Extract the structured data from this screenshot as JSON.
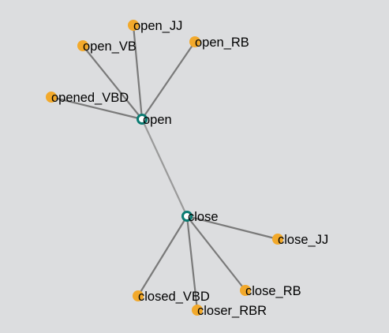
{
  "colors": {
    "background": "#dcdddf",
    "hub_node": "#0a7b72",
    "leaf_node": "#f2a92b",
    "edge": "#7a7a7a",
    "hub_edge": "#9a9a9a"
  },
  "graph": {
    "nodes": [
      {
        "id": "open",
        "label": "open",
        "kind": "hub"
      },
      {
        "id": "close",
        "label": "close",
        "kind": "hub"
      },
      {
        "id": "open_JJ",
        "label": "open_JJ",
        "kind": "leaf"
      },
      {
        "id": "open_VB",
        "label": "open_VB",
        "kind": "leaf"
      },
      {
        "id": "open_RB",
        "label": "open_RB",
        "kind": "leaf"
      },
      {
        "id": "opened_VBD",
        "label": "opened_VBD",
        "kind": "leaf"
      },
      {
        "id": "close_JJ",
        "label": "close_JJ",
        "kind": "leaf"
      },
      {
        "id": "closed_VBD",
        "label": "closed_VBD",
        "kind": "leaf"
      },
      {
        "id": "close_RB",
        "label": "close_RB",
        "kind": "leaf"
      },
      {
        "id": "closer_RBR",
        "label": "closer_RBR",
        "kind": "leaf"
      }
    ],
    "edges": [
      {
        "source": "open",
        "target": "close"
      },
      {
        "source": "open",
        "target": "open_JJ"
      },
      {
        "source": "open",
        "target": "open_VB"
      },
      {
        "source": "open",
        "target": "open_RB"
      },
      {
        "source": "open",
        "target": "opened_VBD"
      },
      {
        "source": "close",
        "target": "close_JJ"
      },
      {
        "source": "close",
        "target": "closed_VBD"
      },
      {
        "source": "close",
        "target": "close_RB"
      },
      {
        "source": "close",
        "target": "closer_RBR"
      }
    ]
  }
}
